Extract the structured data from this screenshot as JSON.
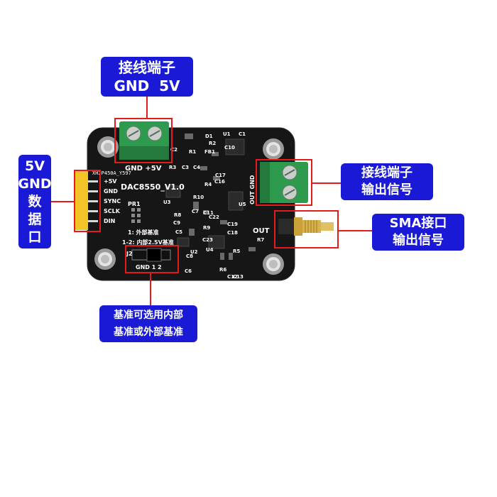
{
  "callouts": {
    "top": {
      "line1": "接线端子",
      "line2": "GND  5V"
    },
    "left": {
      "lines": [
        "5V",
        "GND",
        "数",
        "据",
        "口"
      ]
    },
    "right_terminal": {
      "line1": "接线端子",
      "line2": "输出信号"
    },
    "right_sma": {
      "line1": "SMA接口",
      "line2": "输出信号"
    },
    "bottom": {
      "line1": "基准可选用内部",
      "line2": "基准或外部基准"
    }
  },
  "board": {
    "title": "DAC8550_V1.0",
    "header_part": "XH2P450A_Y597",
    "pin_labels": [
      "+5V",
      "GND",
      "SYNC",
      "SCLK",
      "DIN"
    ],
    "top_terminal_labels": "GND  +5V",
    "out_terminal_labels": "OUT GND",
    "out_label": "OUT",
    "pr1": "PR1",
    "ref_note_1": "1: 外部基准",
    "ref_note_2": "1-2: 内部2.5V基准",
    "jumper_label": "J2",
    "jumper_pins": "GND 1  2",
    "refs": [
      "D1",
      "U1",
      "C1",
      "R1",
      "R2",
      "FB1",
      "C2",
      "R3",
      "C3",
      "C4",
      "U3",
      "R8",
      "C9",
      "C5",
      "C7",
      "R10",
      "C17",
      "C16",
      "R4",
      "C11",
      "C22",
      "U5",
      "R9",
      "C19",
      "C18",
      "C23",
      "U4",
      "R5",
      "R6",
      "C12",
      "C13",
      "R7",
      "C8",
      "C6",
      "U2",
      "C10"
    ]
  },
  "colors": {
    "callout_bg": "#1a1ad6",
    "callout_text": "#ffffff",
    "highlight": "#e41b1b",
    "pcb": "#161616",
    "terminal": "#2e9a4e",
    "header": "#f3c428",
    "sma": "#c9a23a"
  }
}
